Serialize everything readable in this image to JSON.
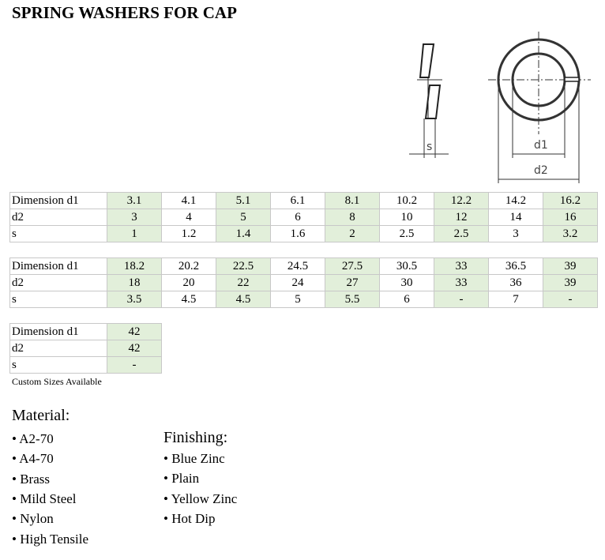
{
  "title": "SPRING WASHERS FOR CAP",
  "diagram": {
    "s_label": "s",
    "d1_label": "d1",
    "d2_label": "d2"
  },
  "tables": [
    {
      "rows": [
        {
          "label": "Dimension d1",
          "values": [
            "3.1",
            "4.1",
            "5.1",
            "6.1",
            "8.1",
            "10.2",
            "12.2",
            "14.2",
            "16.2"
          ]
        },
        {
          "label": "d2",
          "values": [
            "3",
            "4",
            "5",
            "6",
            "8",
            "10",
            "12",
            "14",
            "16"
          ]
        },
        {
          "label": "s",
          "values": [
            "1",
            "1.2",
            "1.4",
            "1.6",
            "2",
            "2.5",
            "2.5",
            "3",
            "3.2"
          ]
        }
      ]
    },
    {
      "rows": [
        {
          "label": "Dimension d1",
          "values": [
            "18.2",
            "20.2",
            "22.5",
            "24.5",
            "27.5",
            "30.5",
            "33",
            "36.5",
            "39"
          ]
        },
        {
          "label": "d2",
          "values": [
            "18",
            "20",
            "22",
            "24",
            "27",
            "30",
            "33",
            "36",
            "39"
          ]
        },
        {
          "label": "s",
          "values": [
            "3.5",
            "4.5",
            "4.5",
            "5",
            "5.5",
            "6",
            "-",
            "7",
            "-"
          ]
        }
      ]
    },
    {
      "rows": [
        {
          "label": "Dimension d1",
          "values": [
            "42"
          ]
        },
        {
          "label": "d2",
          "values": [
            "42"
          ]
        },
        {
          "label": "s",
          "values": [
            "-"
          ]
        }
      ]
    }
  ],
  "note": "Custom Sizes Available",
  "material": {
    "heading": "Material:",
    "items": [
      "• A2-70",
      "• A4-70",
      "• Brass",
      "• Mild Steel",
      "• Nylon",
      "• High Tensile"
    ]
  },
  "finishing": {
    "heading": "Finishing:",
    "items": [
      "• Blue Zinc",
      "• Plain",
      "• Yellow Zinc",
      "• Hot Dip"
    ]
  },
  "colors": {
    "highlight": "#e2efda"
  }
}
